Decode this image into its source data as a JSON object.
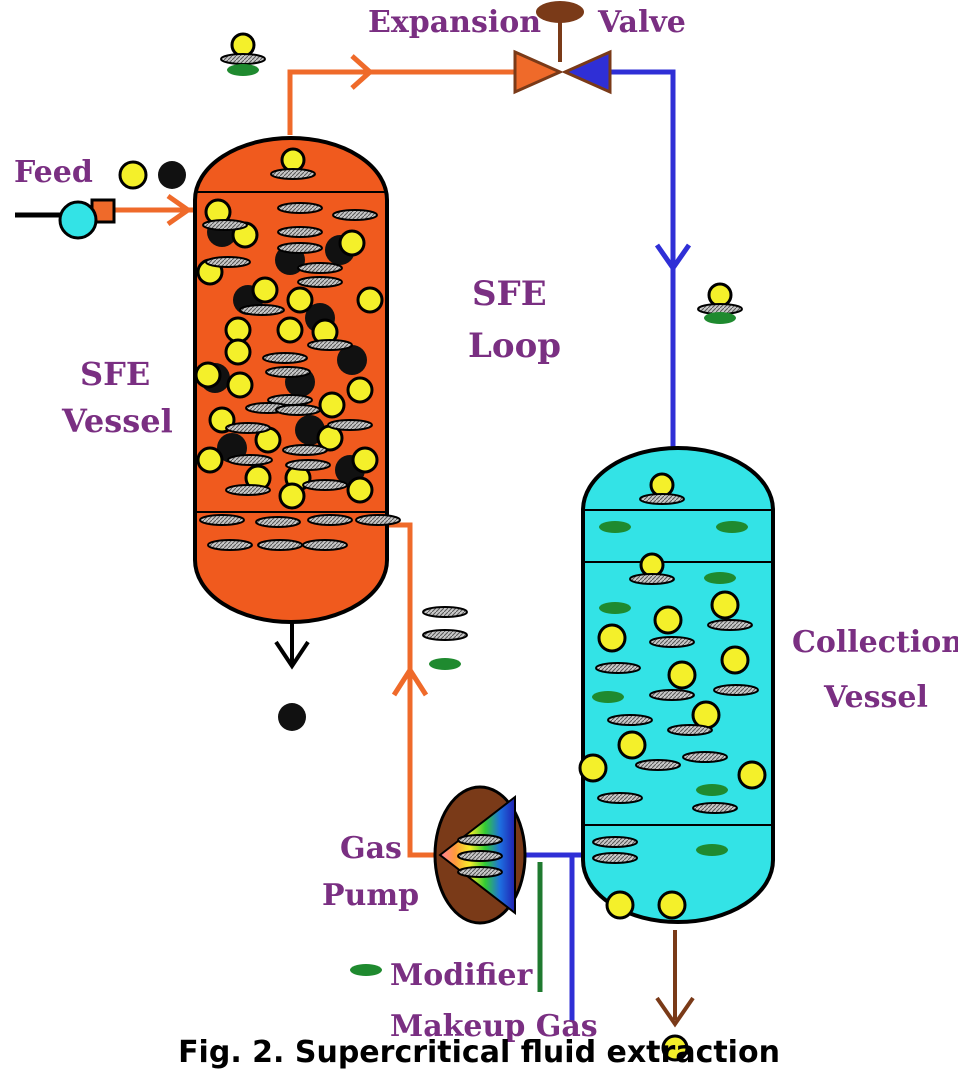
{
  "labels": {
    "expansion": "Expansion",
    "valve": "Valve",
    "feed": "Feed",
    "sfe_vessel_1": "SFE",
    "sfe_vessel_2": "Vessel",
    "sfe_loop_1": "SFE",
    "sfe_loop_2": "Loop",
    "collection_1": "Collection",
    "collection_2": "Vessel",
    "gas_pump_1": "Gas",
    "gas_pump_2": "Pump",
    "modifier": "Modifier",
    "makeup_gas": "Makeup Gas"
  },
  "caption": "Fig. 2. Supercritical fluid extraction",
  "colors": {
    "sfe_vessel_fill": "#f05a1e",
    "collection_vessel_fill": "#33e3e6",
    "hot_line": "#ef6a2a",
    "cold_line": "#2f2fd6",
    "modifier_line": "#1f7a2f",
    "label": "#7a2f82",
    "analyte": "#f4f02a",
    "matrix": "#111111",
    "gas_molecule": "#9a9a9a",
    "modifier_molecule": "#1f8a2f"
  }
}
